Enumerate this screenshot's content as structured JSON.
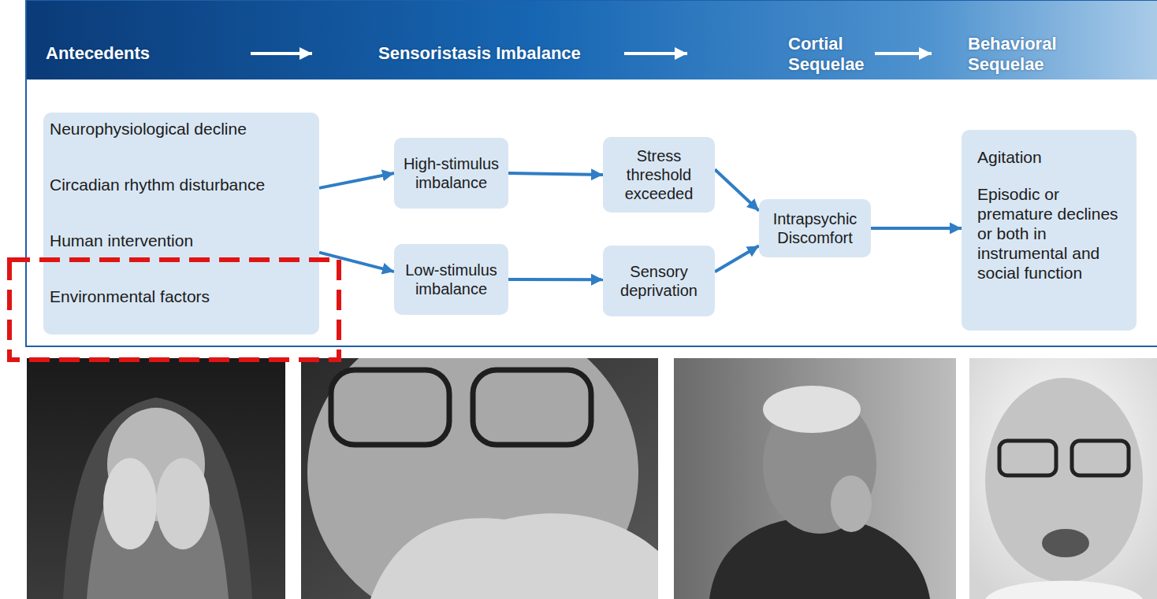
{
  "diagram": {
    "nodes": [
      {
        "text": [
          "Neurophysiological decline",
          "Circadian rhythm disturbance",
          "Human intervention",
          "Environmental factors"
        ]
      },
      {
        "text": [
          "High-stimulus imbalance"
        ]
      },
      {
        "text": [
          "Low-stimulus imbalance"
        ]
      },
      {
        "text": [
          "Stress threshold exceeded"
        ]
      },
      {
        "text": [
          "Sensory deprivation"
        ]
      },
      {
        "text": [
          "Intrapsychic Discomfort"
        ]
      },
      {
        "text": [
          "Agitation",
          "Episodic or premature declines or both in instrumental and social function"
        ]
      }
    ],
    "edges": [
      {
        "from": 0,
        "to": 1,
        "arrow": "to"
      },
      {
        "from": 0,
        "to": 2,
        "arrow": "to"
      },
      {
        "from": 1,
        "to": 3,
        "arrow": "to"
      },
      {
        "from": 2,
        "to": 4,
        "arrow": "to"
      },
      {
        "from": 3,
        "to": 5,
        "arrow": "to"
      },
      {
        "from": 4,
        "to": 5,
        "arrow": "to"
      },
      {
        "from": 5,
        "to": 6,
        "arrow": "to"
      }
    ],
    "labels": [
      "Antecedents",
      "Sensoristasis Imbalance",
      "Cortial Sequelae",
      "Behavioral Sequelae"
    ]
  }
}
